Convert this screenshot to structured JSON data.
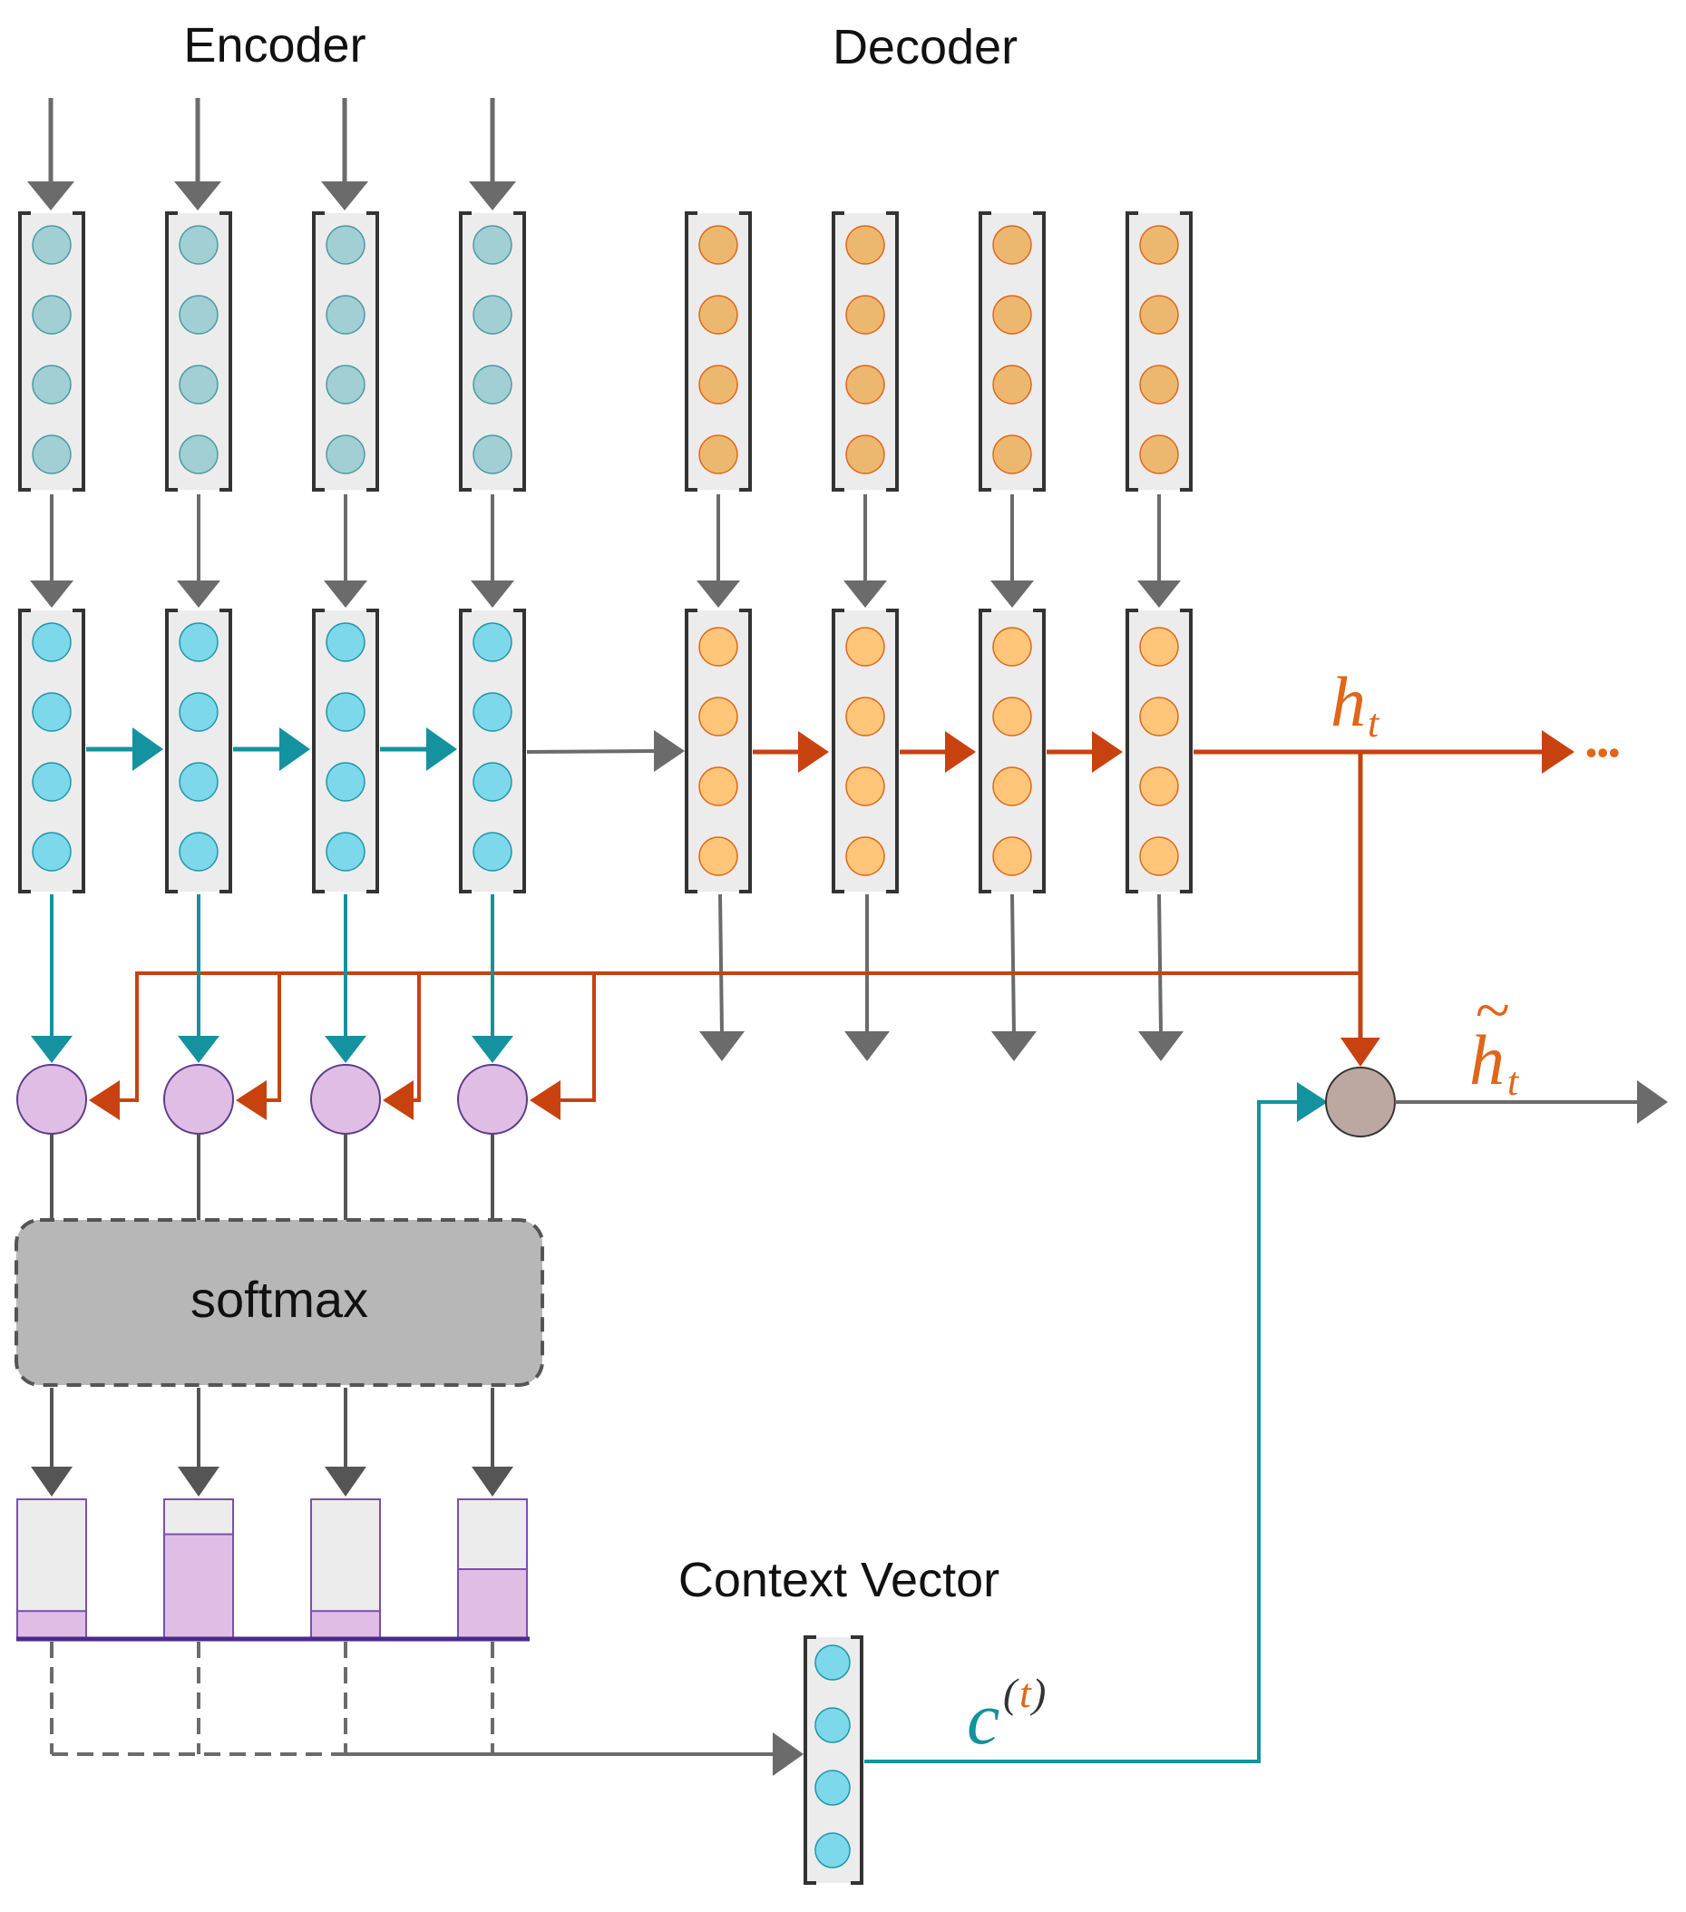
{
  "labels": {
    "encoder": "Encoder",
    "decoder": "Decoder",
    "softmax": "softmax",
    "context_vector": "Context Vector",
    "h_t_base": "h",
    "h_t_sub": "t",
    "h_tilde_base": "h",
    "h_tilde_sub": "t",
    "h_tilde_mark": "~",
    "c_base": "c",
    "c_sup_open": "(",
    "c_sup_t": "t",
    "c_sup_close": ")",
    "ellipsis": "•••"
  },
  "attention_weights": [
    0.2,
    0.75,
    0.2,
    0.5
  ],
  "colors": {
    "gray_arrow": "#6b6b6b",
    "teal": "#14929f",
    "red": "#c8420f",
    "orange_text": "#e0661a",
    "encoder_embed": "#a2cfd3",
    "encoder_hidden": "#7cd8ea",
    "decoder_embed": "#ecb870",
    "decoder_hidden": "#ffc67a",
    "score_node": "#e0bde4",
    "attn_bar": "#e0bde4",
    "bar_bg": "#ececec",
    "combine_node": "#bca8a1",
    "softmax_box": "#b7b7b7"
  },
  "icons": {
    "vector_node": "circle",
    "score_node": "circle",
    "combine_node": "circle",
    "arrow": "triangle-arrowhead"
  }
}
